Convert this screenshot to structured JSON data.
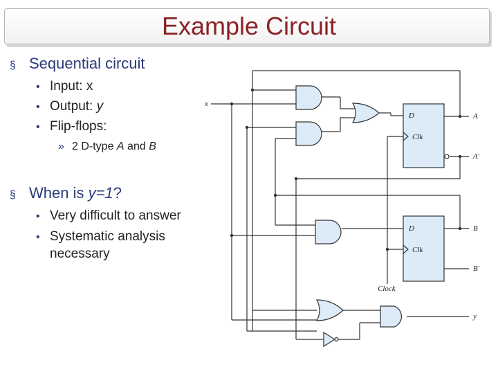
{
  "slide": {
    "title": "Example Circuit",
    "bullets": {
      "b1": "Sequential circuit",
      "b1a": "Input: x",
      "b1b_prefix": "Output: ",
      "b1b_var": "y",
      "b1c": "Flip-flops:",
      "b1c1_prefix": "2 D-type ",
      "b1c1_a": "A",
      "b1c1_and": " and ",
      "b1c1_b": "B",
      "b2_prefix": "When is ",
      "b2_expr": "y=1",
      "b2_suffix": "?",
      "b2a": "Very difficult to answer",
      "b2b_line1": "Systematic analysis",
      "b2b_line2": "necessary"
    }
  },
  "circuit": {
    "labels": {
      "x": "x",
      "A": "A",
      "A_prime": "A'",
      "B": "B",
      "B_prime": "B'",
      "y": "y",
      "clock": "Clock",
      "d": "D",
      "clk": "Clk"
    }
  },
  "colors": {
    "title": "#8b2226",
    "bullet": "#2a3a7a",
    "flipflop_fill": "#dcebf7",
    "wire": "#333333"
  }
}
